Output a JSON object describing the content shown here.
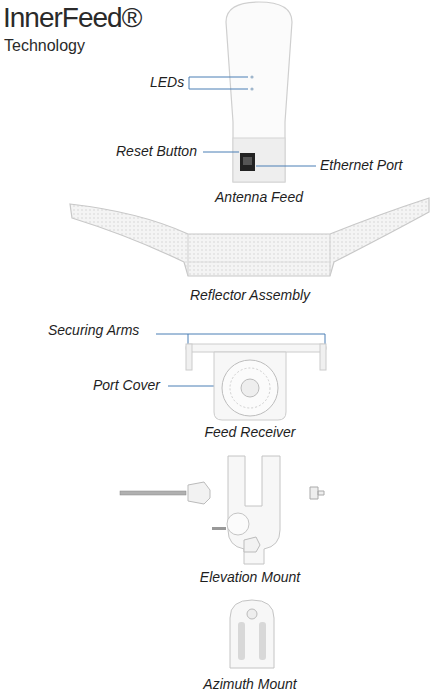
{
  "diagram": {
    "labels": [
      "InnerFeed®",
      "Technology",
      "LEDs",
      "Reset Button",
      "Ethernet Port",
      "Antenna Feed",
      "Reflector Assembly",
      "Securing Arms",
      "Port Cover",
      "Feed Receiver",
      "Elevation Mount",
      "Azimuth Mount"
    ]
  }
}
